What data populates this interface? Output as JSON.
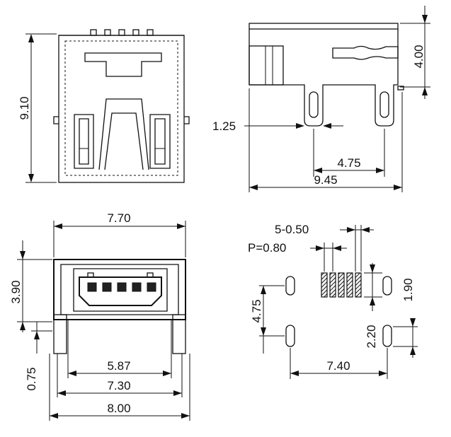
{
  "dimensions": {
    "top_view_height": "9.10",
    "side_view_height": "4.00",
    "side_view_pin_offset": "1.25",
    "side_view_pin_span": "4.75",
    "side_view_length": "9.45",
    "front_view_width_top": "7.70",
    "front_view_height": "3.90",
    "front_view_base": "0.75",
    "front_view_inner_width": "5.87",
    "front_view_mid_width": "7.30",
    "front_view_total_width": "8.00",
    "footprint_pad_width": "5-0.50",
    "footprint_pitch": "P=0.80",
    "footprint_vertical_span": "4.75",
    "footprint_pad_offset": "1.90",
    "footprint_slot_offset": "2.20",
    "footprint_horizontal_span": "7.40"
  }
}
